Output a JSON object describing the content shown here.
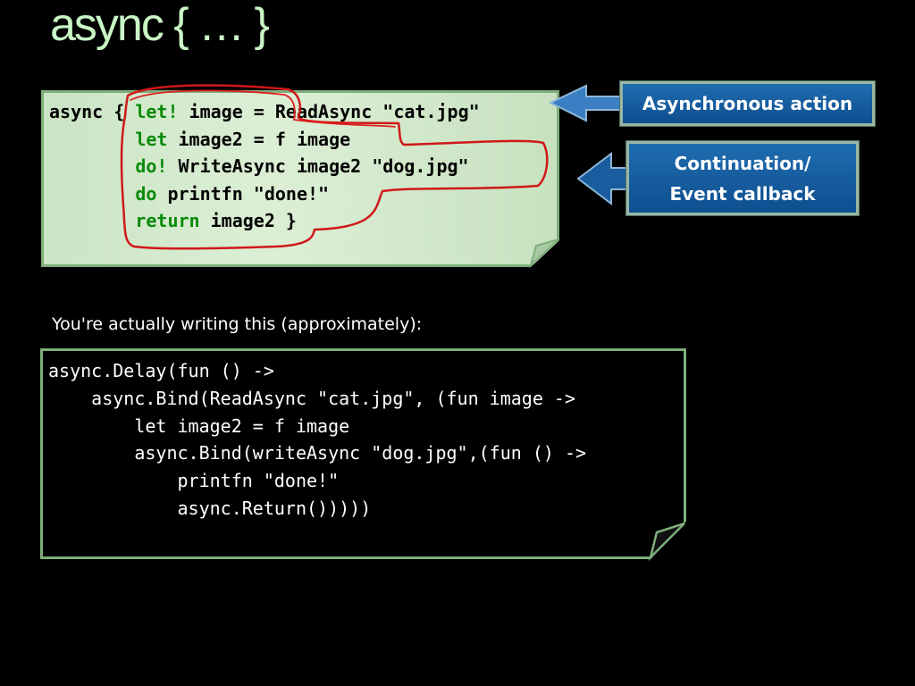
{
  "slide": {
    "title": "async { … }",
    "top_code": {
      "lines": [
        [
          {
            "t": "async { ",
            "kw": false
          },
          {
            "t": "let!",
            "kw": true
          },
          {
            "t": " image = ReadAsync \"cat.jpg\"",
            "kw": false
          }
        ],
        [
          {
            "t": "        ",
            "kw": false
          },
          {
            "t": "let",
            "kw": true
          },
          {
            "t": " image2 = f image",
            "kw": false
          }
        ],
        [
          {
            "t": "        ",
            "kw": false
          },
          {
            "t": "do!",
            "kw": true
          },
          {
            "t": " WriteAsync image2 \"dog.jpg\"",
            "kw": false
          }
        ],
        [
          {
            "t": "        ",
            "kw": false
          },
          {
            "t": "do",
            "kw": true
          },
          {
            "t": " printfn \"done!\"",
            "kw": false
          }
        ],
        [
          {
            "t": "        ",
            "kw": false
          },
          {
            "t": "return",
            "kw": true
          },
          {
            "t": " image2 }",
            "kw": false
          }
        ]
      ]
    },
    "callouts": {
      "async_action": "Asynchronous  action",
      "continuation": "Continuation/\nEvent callback"
    },
    "caption": "You're actually writing this (approximately):",
    "bottom_code": {
      "lines": [
        "async.Delay(fun () ->",
        "    async.Bind(ReadAsync \"cat.jpg\", (fun image ->",
        "        let image2 = f image",
        "        async.Bind(writeAsync \"dog.jpg\",(fun () ->",
        "            printfn \"done!\"",
        "            async.Return()))))"
      ]
    },
    "colors": {
      "title": "#c9f5c5",
      "keyword": "#0a8a0a",
      "annotation": "#d01818",
      "callout_fill": "#1a63a8",
      "note_fill": "#d4eacd"
    }
  }
}
